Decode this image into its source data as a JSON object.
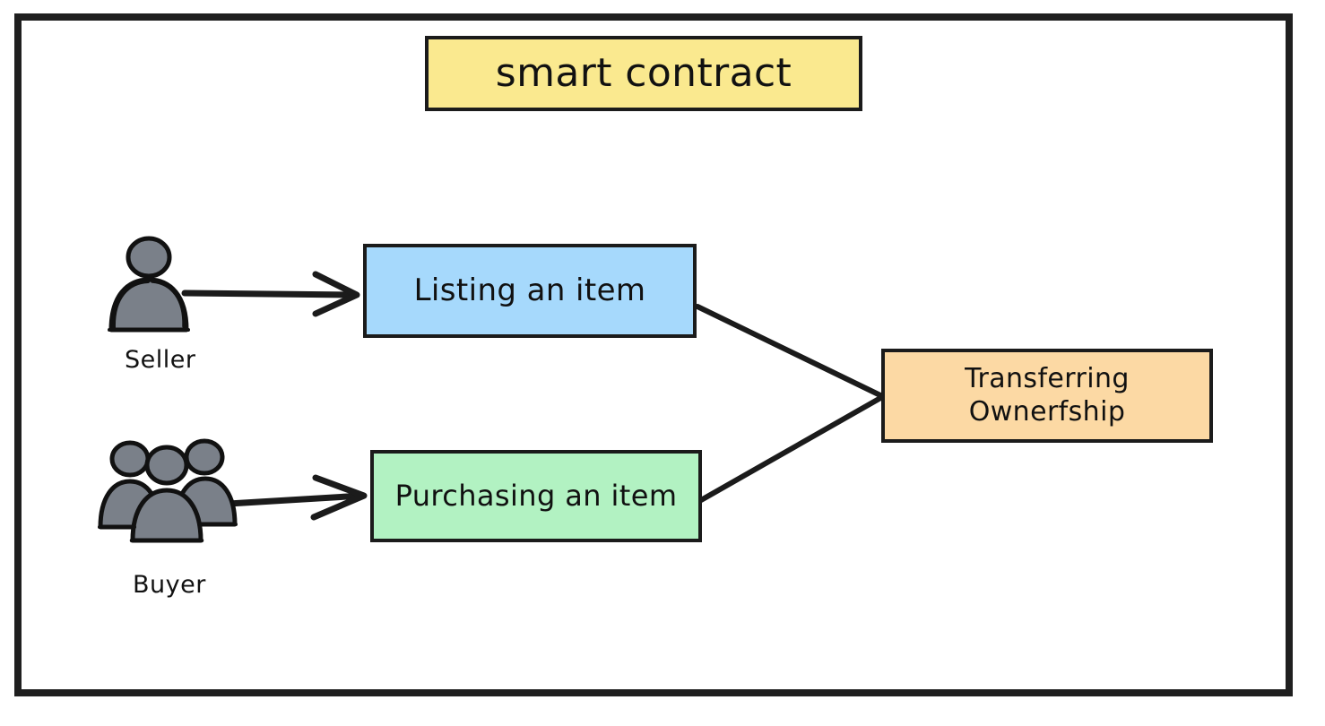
{
  "diagram": {
    "title": "smart contract",
    "frame": {
      "border_color": "#1f1f1f"
    },
    "nodes": [
      {
        "id": "title",
        "label": "smart contract",
        "fill": "#fae98f",
        "stroke": "#1b1b1b"
      },
      {
        "id": "listing",
        "label": "Listing an item",
        "fill": "#a6d9fc",
        "stroke": "#1b1b1b"
      },
      {
        "id": "purchasing",
        "label": "Purchasing an item",
        "fill": "#b2f2c2",
        "stroke": "#1b1b1b"
      },
      {
        "id": "transfer",
        "label_line1": "Transferring",
        "label_line2": "Ownerfship",
        "fill": "#fcd9a4",
        "stroke": "#1b1b1b"
      }
    ],
    "actors": [
      {
        "id": "seller",
        "label": "Seller",
        "icon": "single-person-icon",
        "fill": "#7a8089",
        "stroke": "#111111"
      },
      {
        "id": "buyer",
        "label": "Buyer",
        "icon": "group-of-people-icon",
        "fill": "#7a8089",
        "stroke": "#111111"
      }
    ],
    "edges": [
      {
        "id": "seller-to-listing",
        "from": "seller",
        "to": "listing",
        "style": "arrow",
        "arrowhead": "open-v"
      },
      {
        "id": "buyer-to-purchasing",
        "from": "buyer",
        "to": "purchasing",
        "style": "arrow",
        "arrowhead": "open-v"
      },
      {
        "id": "listing-to-transfer",
        "from": "listing",
        "to": "transfer",
        "style": "line",
        "arrowhead": "none"
      },
      {
        "id": "purchasing-to-transfer",
        "from": "purchasing",
        "to": "transfer",
        "style": "line",
        "arrowhead": "none"
      }
    ]
  }
}
